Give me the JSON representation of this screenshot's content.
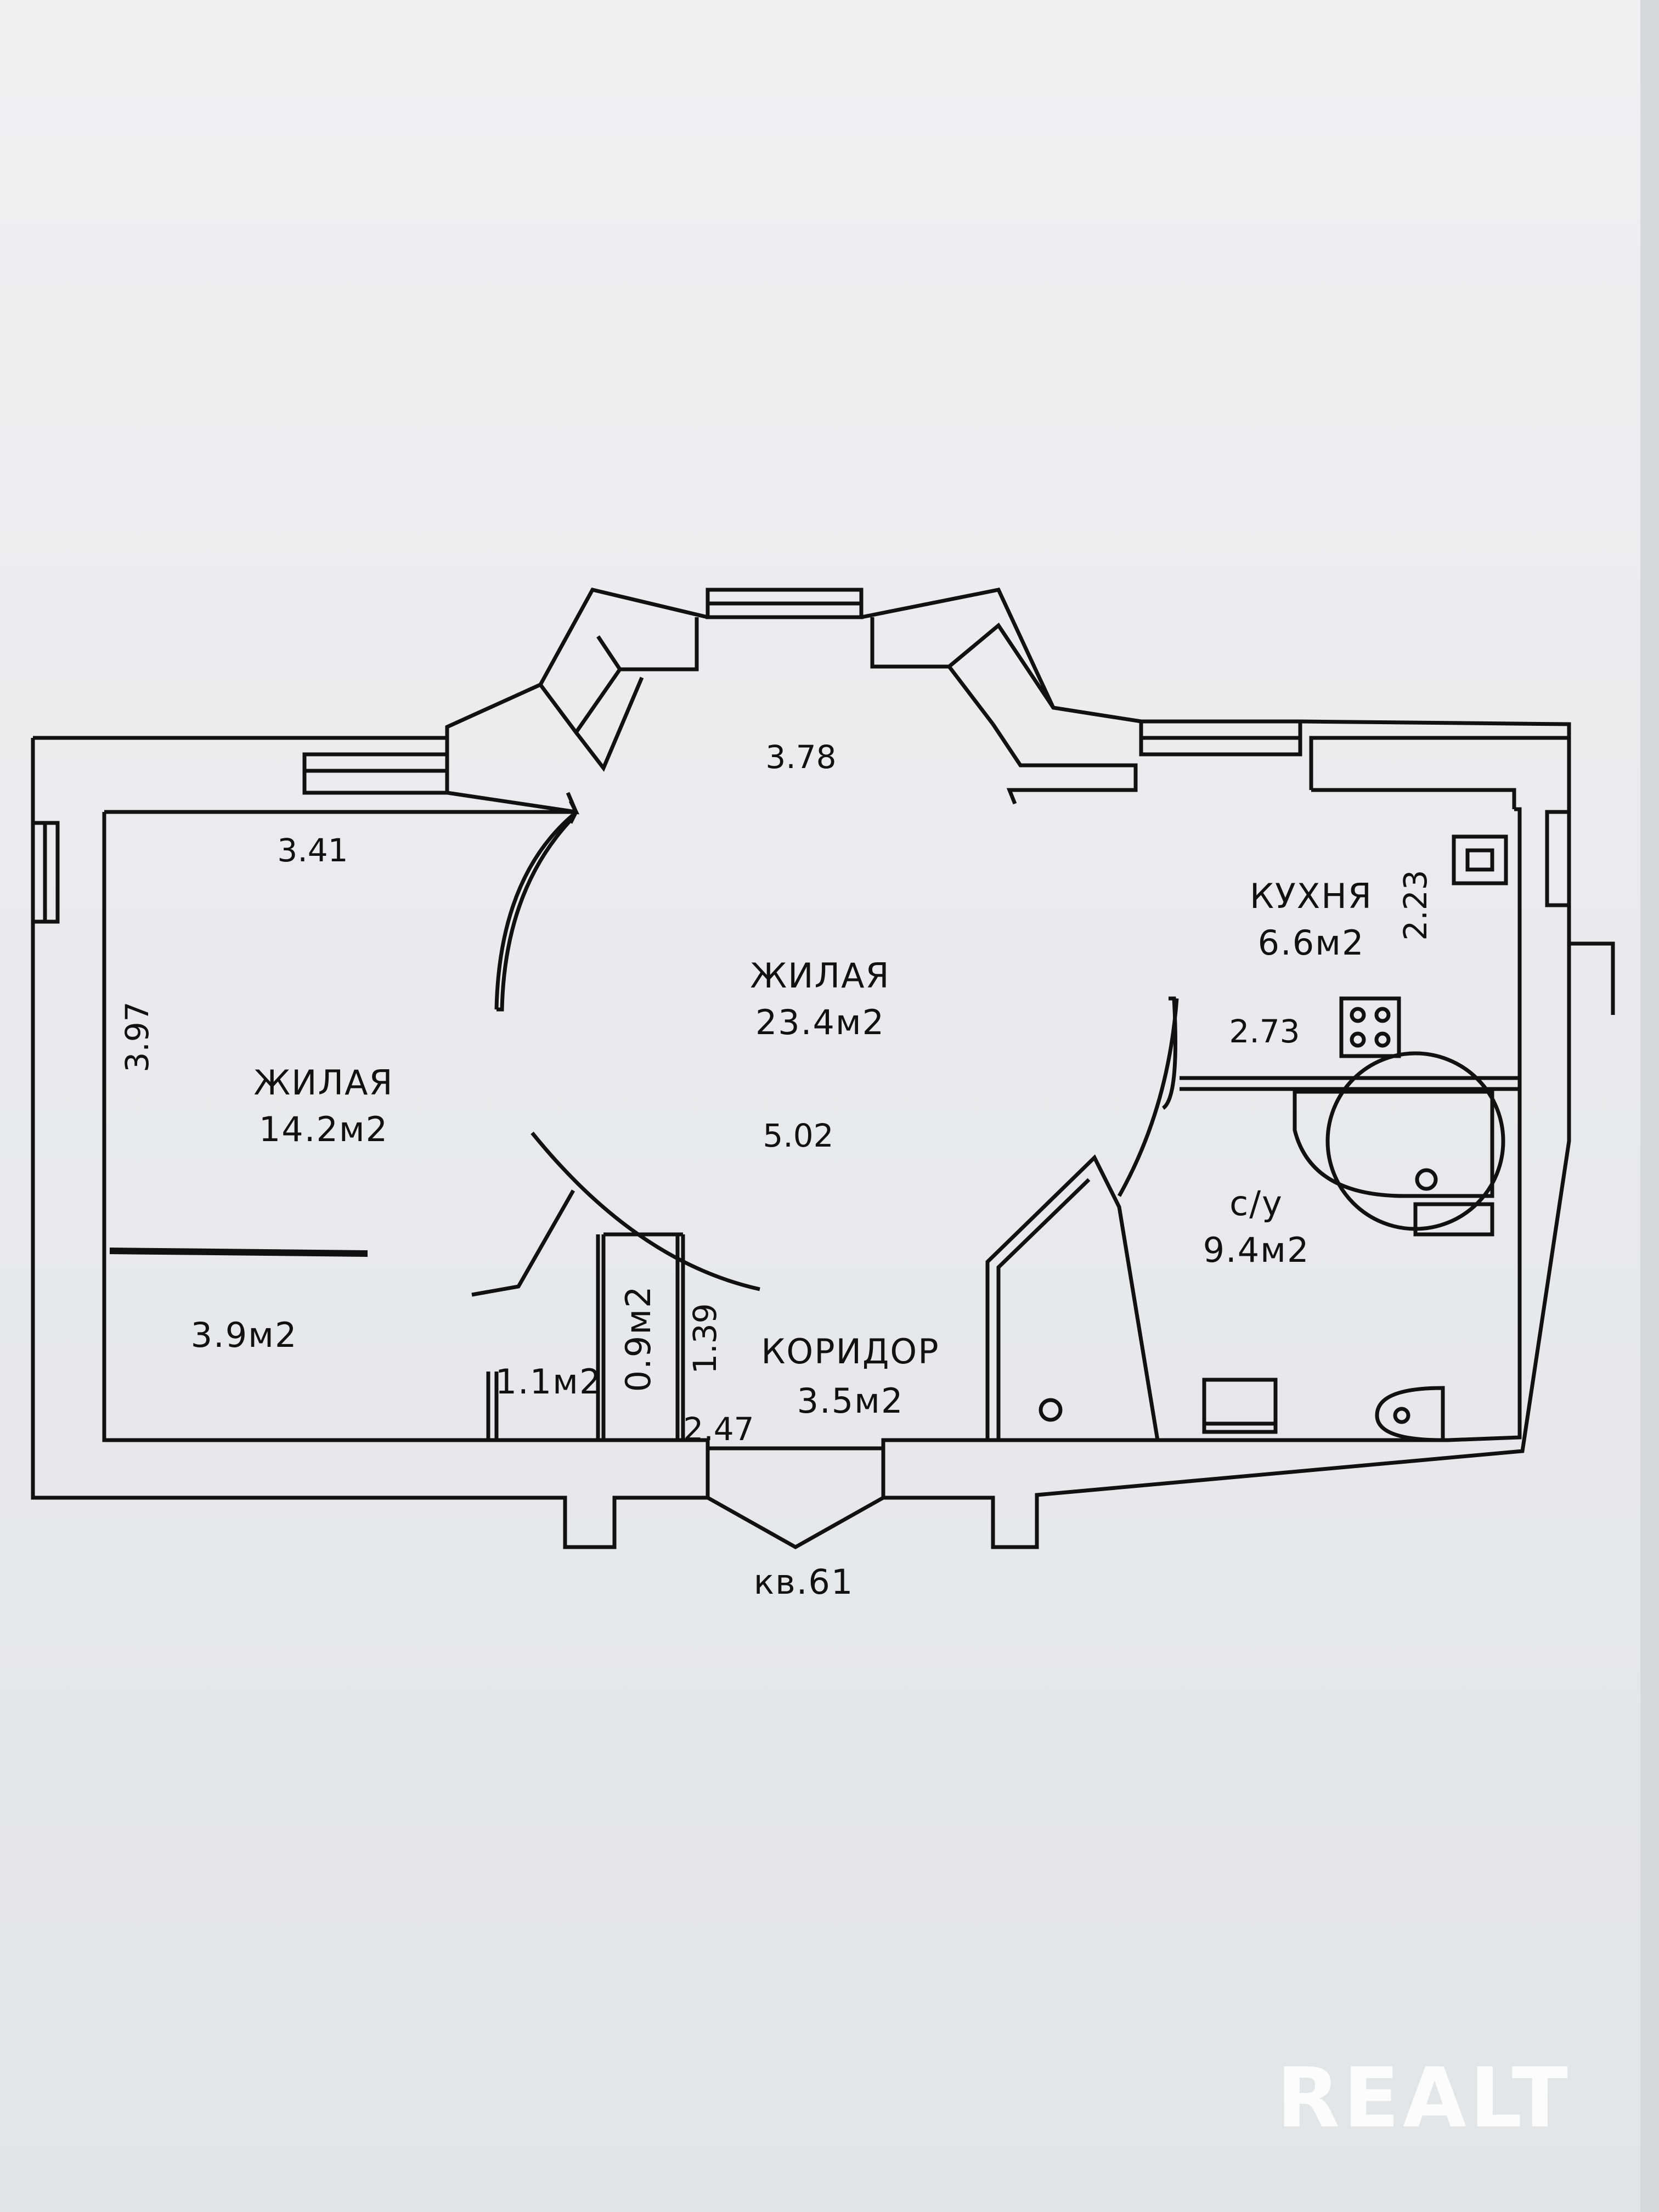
{
  "plan": {
    "rooms": [
      {
        "name": "ЖИЛАЯ",
        "area": "14.2м2"
      },
      {
        "name": "ЖИЛАЯ",
        "area": "23.4м2"
      },
      {
        "name": "КУХНЯ",
        "area": "6.6м2"
      },
      {
        "name": "с/у",
        "area": "9.4м2"
      },
      {
        "name": "КОРИДОР",
        "area": "3.5м2"
      }
    ],
    "small_areas": [
      "3.9м2",
      "1.1м2",
      "0.9м2"
    ],
    "dimensions": {
      "living1_width": "3.41",
      "living1_height": "3.97",
      "living2_width": "3.78",
      "living2_depth": "5.02",
      "kitchen_width": "2.73",
      "kitchen_height": "2.23",
      "corridor_width": "2.47",
      "corridor_height": "1.39"
    },
    "apartment_label": "кв.61"
  },
  "watermark": "REALT"
}
